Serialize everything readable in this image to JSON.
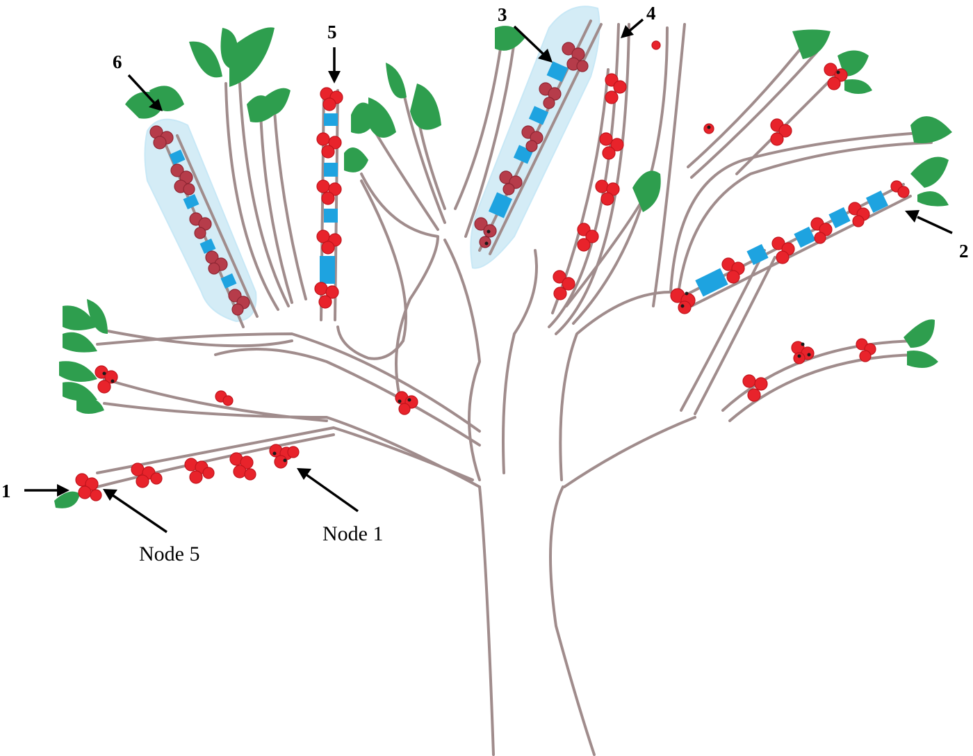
{
  "diagram": {
    "branch_numbers": [
      "1",
      "2",
      "3",
      "4",
      "5",
      "6"
    ],
    "node_labels": {
      "node_1": "Node 1",
      "node_5": "Node 5"
    },
    "colors": {
      "branch": "#a08c8c",
      "berry": "#e8232b",
      "berry_ripe": "#b63c4a",
      "leaf": "#2e9e4e",
      "internode": "#1ea3e0",
      "highlight": "#9fd5ec"
    }
  }
}
